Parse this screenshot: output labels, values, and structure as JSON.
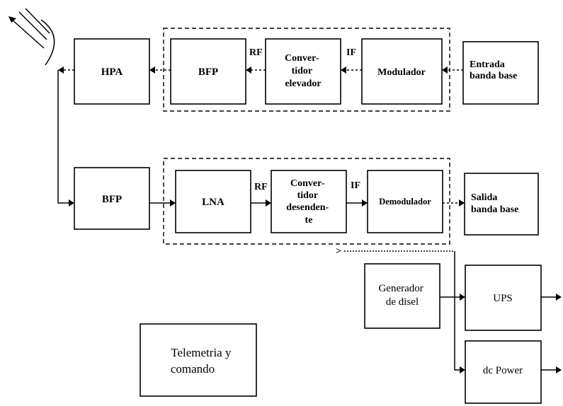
{
  "tx_chain": {
    "hpa": "HPA",
    "bfp": "BFP",
    "rf": "RF",
    "upconverter": [
      "Conver-",
      "tidor",
      "elevador"
    ],
    "if": "IF",
    "modulator": "Modulador",
    "baseband_input": [
      "Entrada",
      "banda base"
    ]
  },
  "rx_chain": {
    "bfp": "BFP",
    "lna": "LNA",
    "rf": "RF",
    "downconverter": [
      "Conver-",
      "tidor",
      "desenden-",
      "te"
    ],
    "if": "IF",
    "demodulator": "Demodulador",
    "baseband_output": [
      "Salida",
      "banda base"
    ]
  },
  "power": {
    "generator": [
      "Generador",
      "de disel"
    ],
    "ups": "UPS",
    "dc_power": "dc Power",
    "marker": ">"
  },
  "telemetry": [
    "Telemetria y",
    "comando"
  ]
}
